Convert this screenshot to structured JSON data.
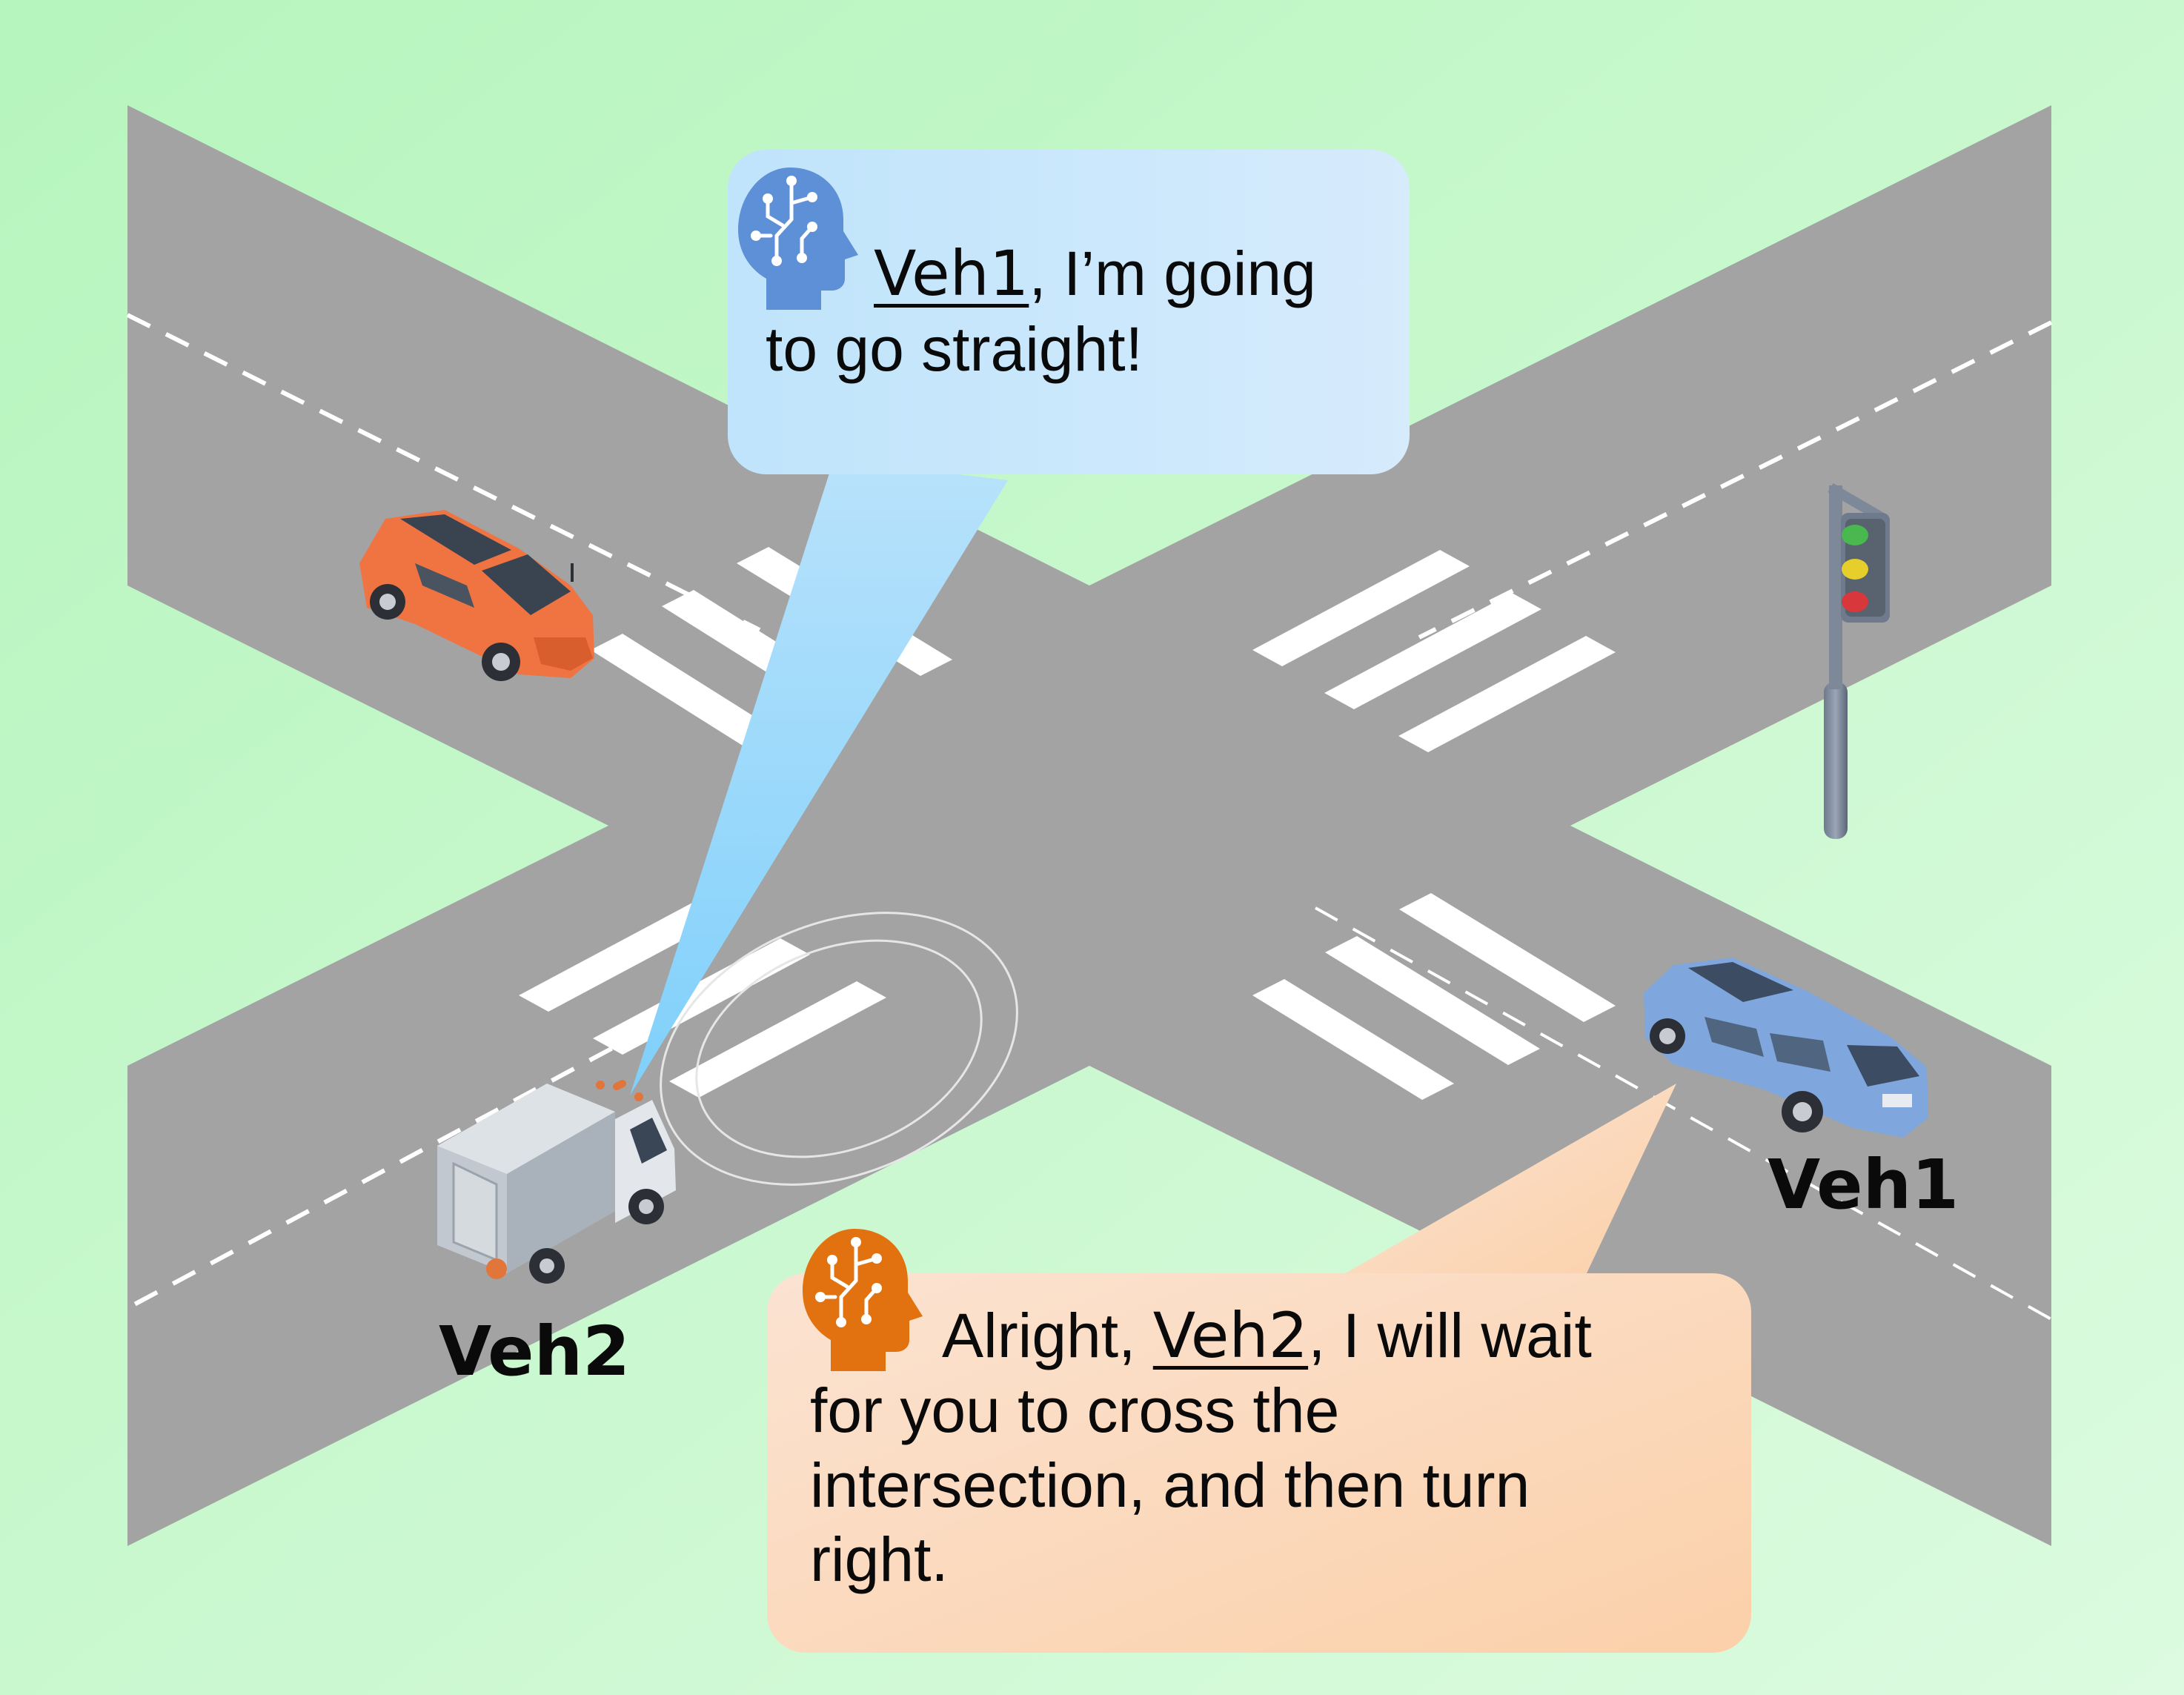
{
  "colors": {
    "background": "#c2f5c8",
    "road": "#a3a3a3",
    "marking": "#ffffff",
    "bubble_top": "#c2e6fb",
    "bubble_bottom": "#fbd3b3",
    "icon_blue": "#5d90d6",
    "icon_orange": "#e2720f"
  },
  "labels": {
    "veh1": "Veh1",
    "veh2": "Veh2"
  },
  "bubble_top": {
    "icon": "ai-brain-icon",
    "mention": "Veh1",
    "line1_rest": ", I’m going",
    "line2": "to go straight!"
  },
  "bubble_bottom": {
    "icon": "ai-brain-icon",
    "lead": "Alright, ",
    "mention": "Veh2",
    "line1_rest": ", I will wait",
    "line2": "for you to cross the",
    "line3": "intersection, and then turn",
    "line4": "right."
  },
  "traffic_light": {
    "icon": "traffic-light-icon",
    "lamps": [
      "green",
      "yellow",
      "red"
    ]
  }
}
